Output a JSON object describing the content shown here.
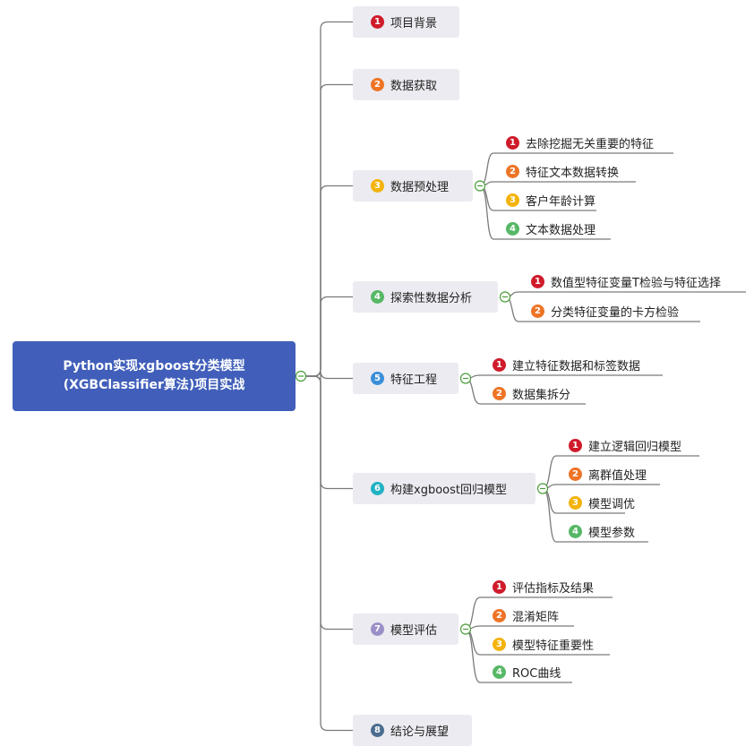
{
  "colors": {
    "line": "#7a7a7a",
    "root_bg": "#415fba",
    "topic_bg": "#ebebf1",
    "collapse_stroke": "#4a9d3a",
    "badge": [
      "#cf1b2b",
      "#ee7426",
      "#f4b30c",
      "#57b867",
      "#3b8fd8",
      "#1fb2c4",
      "#9b8fc7",
      "#4b6d8f"
    ]
  },
  "root": {
    "line1": "Python实现xgboost分类模型",
    "line2": "(XGBClassifier算法)项目实战"
  },
  "topics": [
    {
      "num": "1",
      "label": "项目背景",
      "children": []
    },
    {
      "num": "2",
      "label": "数据获取",
      "children": []
    },
    {
      "num": "3",
      "label": "数据预处理",
      "children": [
        {
          "num": "1",
          "label": "去除挖掘无关重要的特征"
        },
        {
          "num": "2",
          "label": "特征文本数据转换"
        },
        {
          "num": "3",
          "label": "客户年龄计算"
        },
        {
          "num": "4",
          "label": "文本数据处理"
        }
      ]
    },
    {
      "num": "4",
      "label": "探索性数据分析",
      "children": [
        {
          "num": "1",
          "label": "数值型特征变量T检验与特征选择"
        },
        {
          "num": "2",
          "label": "分类特征变量的卡方检验"
        }
      ]
    },
    {
      "num": "5",
      "label": "特征工程",
      "children": [
        {
          "num": "1",
          "label": "建立特征数据和标签数据"
        },
        {
          "num": "2",
          "label": "数据集拆分"
        }
      ]
    },
    {
      "num": "6",
      "label": "构建xgboost回归模型",
      "children": [
        {
          "num": "1",
          "label": "建立逻辑回归模型"
        },
        {
          "num": "2",
          "label": "离群值处理"
        },
        {
          "num": "3",
          "label": "模型调优"
        },
        {
          "num": "4",
          "label": "模型参数"
        }
      ]
    },
    {
      "num": "7",
      "label": "模型评估",
      "children": [
        {
          "num": "1",
          "label": "评估指标及结果"
        },
        {
          "num": "2",
          "label": "混淆矩阵"
        },
        {
          "num": "3",
          "label": "模型特征重要性"
        },
        {
          "num": "4",
          "label": "ROC曲线"
        }
      ]
    },
    {
      "num": "8",
      "label": "结论与展望",
      "children": []
    }
  ]
}
